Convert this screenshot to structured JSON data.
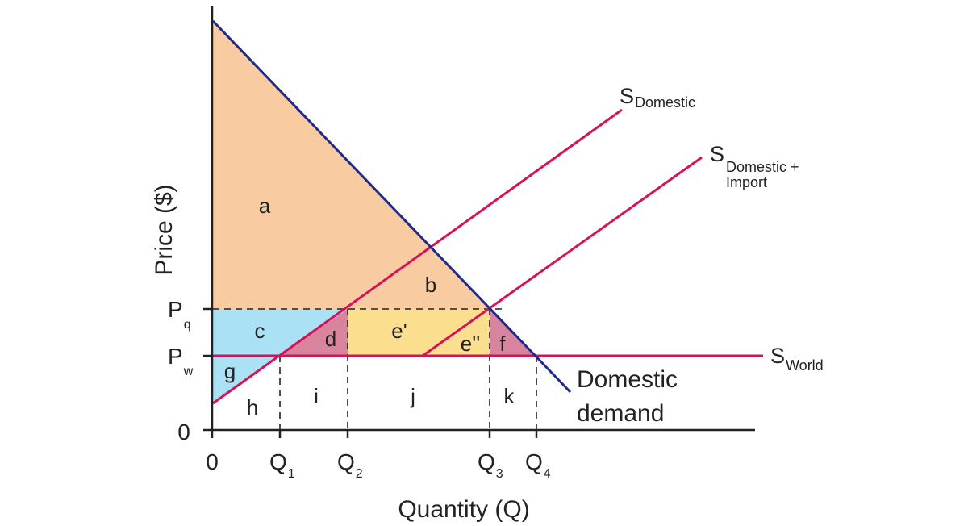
{
  "colors": {
    "consumer_surplus": "#f9cba0",
    "producer_surplus": "#abe1f4",
    "deadweight": "#d8849f",
    "tariff_revenue": "#fbdf8f",
    "demand_line": "#1f2a8a",
    "supply_line": "#d6135a",
    "axis": "#222222"
  },
  "axes": {
    "y_label": "Price ($)",
    "x_label": "Quantity (Q)",
    "origin_x": "0",
    "origin_y": "0"
  },
  "price_ticks": [
    {
      "main": "P",
      "sub": "q"
    },
    {
      "main": "P",
      "sub": "w"
    }
  ],
  "quantity_ticks": [
    {
      "main": "Q",
      "sub": "1"
    },
    {
      "main": "Q",
      "sub": "2"
    },
    {
      "main": "Q",
      "sub": "3"
    },
    {
      "main": "Q",
      "sub": "4"
    }
  ],
  "regions": {
    "a": "a",
    "b": "b",
    "c": "c",
    "d": "d",
    "e1": "e'",
    "e2": "e''",
    "f": "f",
    "g": "g",
    "h": "h",
    "i": "i",
    "j": "j",
    "k": "k"
  },
  "curves": {
    "s_domestic": {
      "main": "S",
      "sub": "Domestic"
    },
    "s_domestic_import": {
      "main": "S",
      "sub_line1": "Domestic +",
      "sub_line2": "Import"
    },
    "s_world": {
      "main": "S",
      "sub": "World"
    },
    "demand": {
      "line1": "Domestic",
      "line2": "demand"
    }
  }
}
